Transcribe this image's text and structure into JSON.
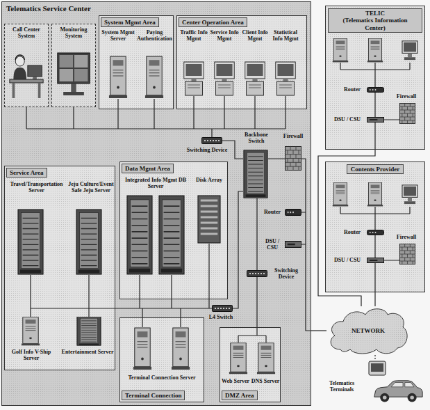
{
  "diagram": {
    "nodes": [
      {
        "text": [
          "Telematics Service Center"
        ]
      },
      {
        "text": [
          "Call Center System"
        ],
        "in": 0
      },
      {
        "text": [
          "Monitoring System"
        ],
        "in": 0
      },
      {
        "text": [
          "System Mgmt Area"
        ],
        "in": 0
      },
      {
        "text": [
          "Center Operation Area"
        ],
        "in": 0
      },
      {
        "text": [
          "Service Area"
        ],
        "in": 0
      },
      {
        "text": [
          "Data Mgmt Area"
        ],
        "in": 0
      },
      {
        "text": [
          "Terminal Connection"
        ],
        "in": 0
      },
      {
        "text": [
          "DMZ Area"
        ],
        "in": 0
      },
      {
        "text": [
          "TELIC",
          "(Telematics Information Center)"
        ]
      },
      {
        "text": [
          "Contents Provider"
        ]
      },
      {
        "text": [
          "NETWORK"
        ]
      }
    ],
    "edges": [
      {
        "from": 0,
        "to": 11,
        "arrow": "none"
      },
      {
        "from": 9,
        "to": 11,
        "arrow": "none"
      },
      {
        "from": 10,
        "to": 11,
        "arrow": "none"
      }
    ],
    "labels": [
      "System Mgmt Server",
      "Paying Authentication",
      "Traffic Info Mgmt",
      "Service Info Mgmt",
      "Client Info Mgmt",
      "Statistical Info Mgmt",
      "Switching Device",
      "Backbone Switch",
      "Firewall",
      "Router",
      "DSU / CSU",
      "Switching Device",
      "Travel/Transportation Server",
      "Jeju Culture/Event Safe Jeju Server",
      "Integrated Info Mgmt DB Server",
      "Disk Array",
      "L4 Switch",
      "Golf Info V-Ship Server",
      "Entertainment Server",
      "Terminal Connection Server",
      "Web Server",
      "DNS Server",
      "Router",
      "DSU / CSU",
      "Firewall",
      "Router",
      "DSU / CSU",
      "Firewall",
      "Telematics Terminals"
    ]
  }
}
